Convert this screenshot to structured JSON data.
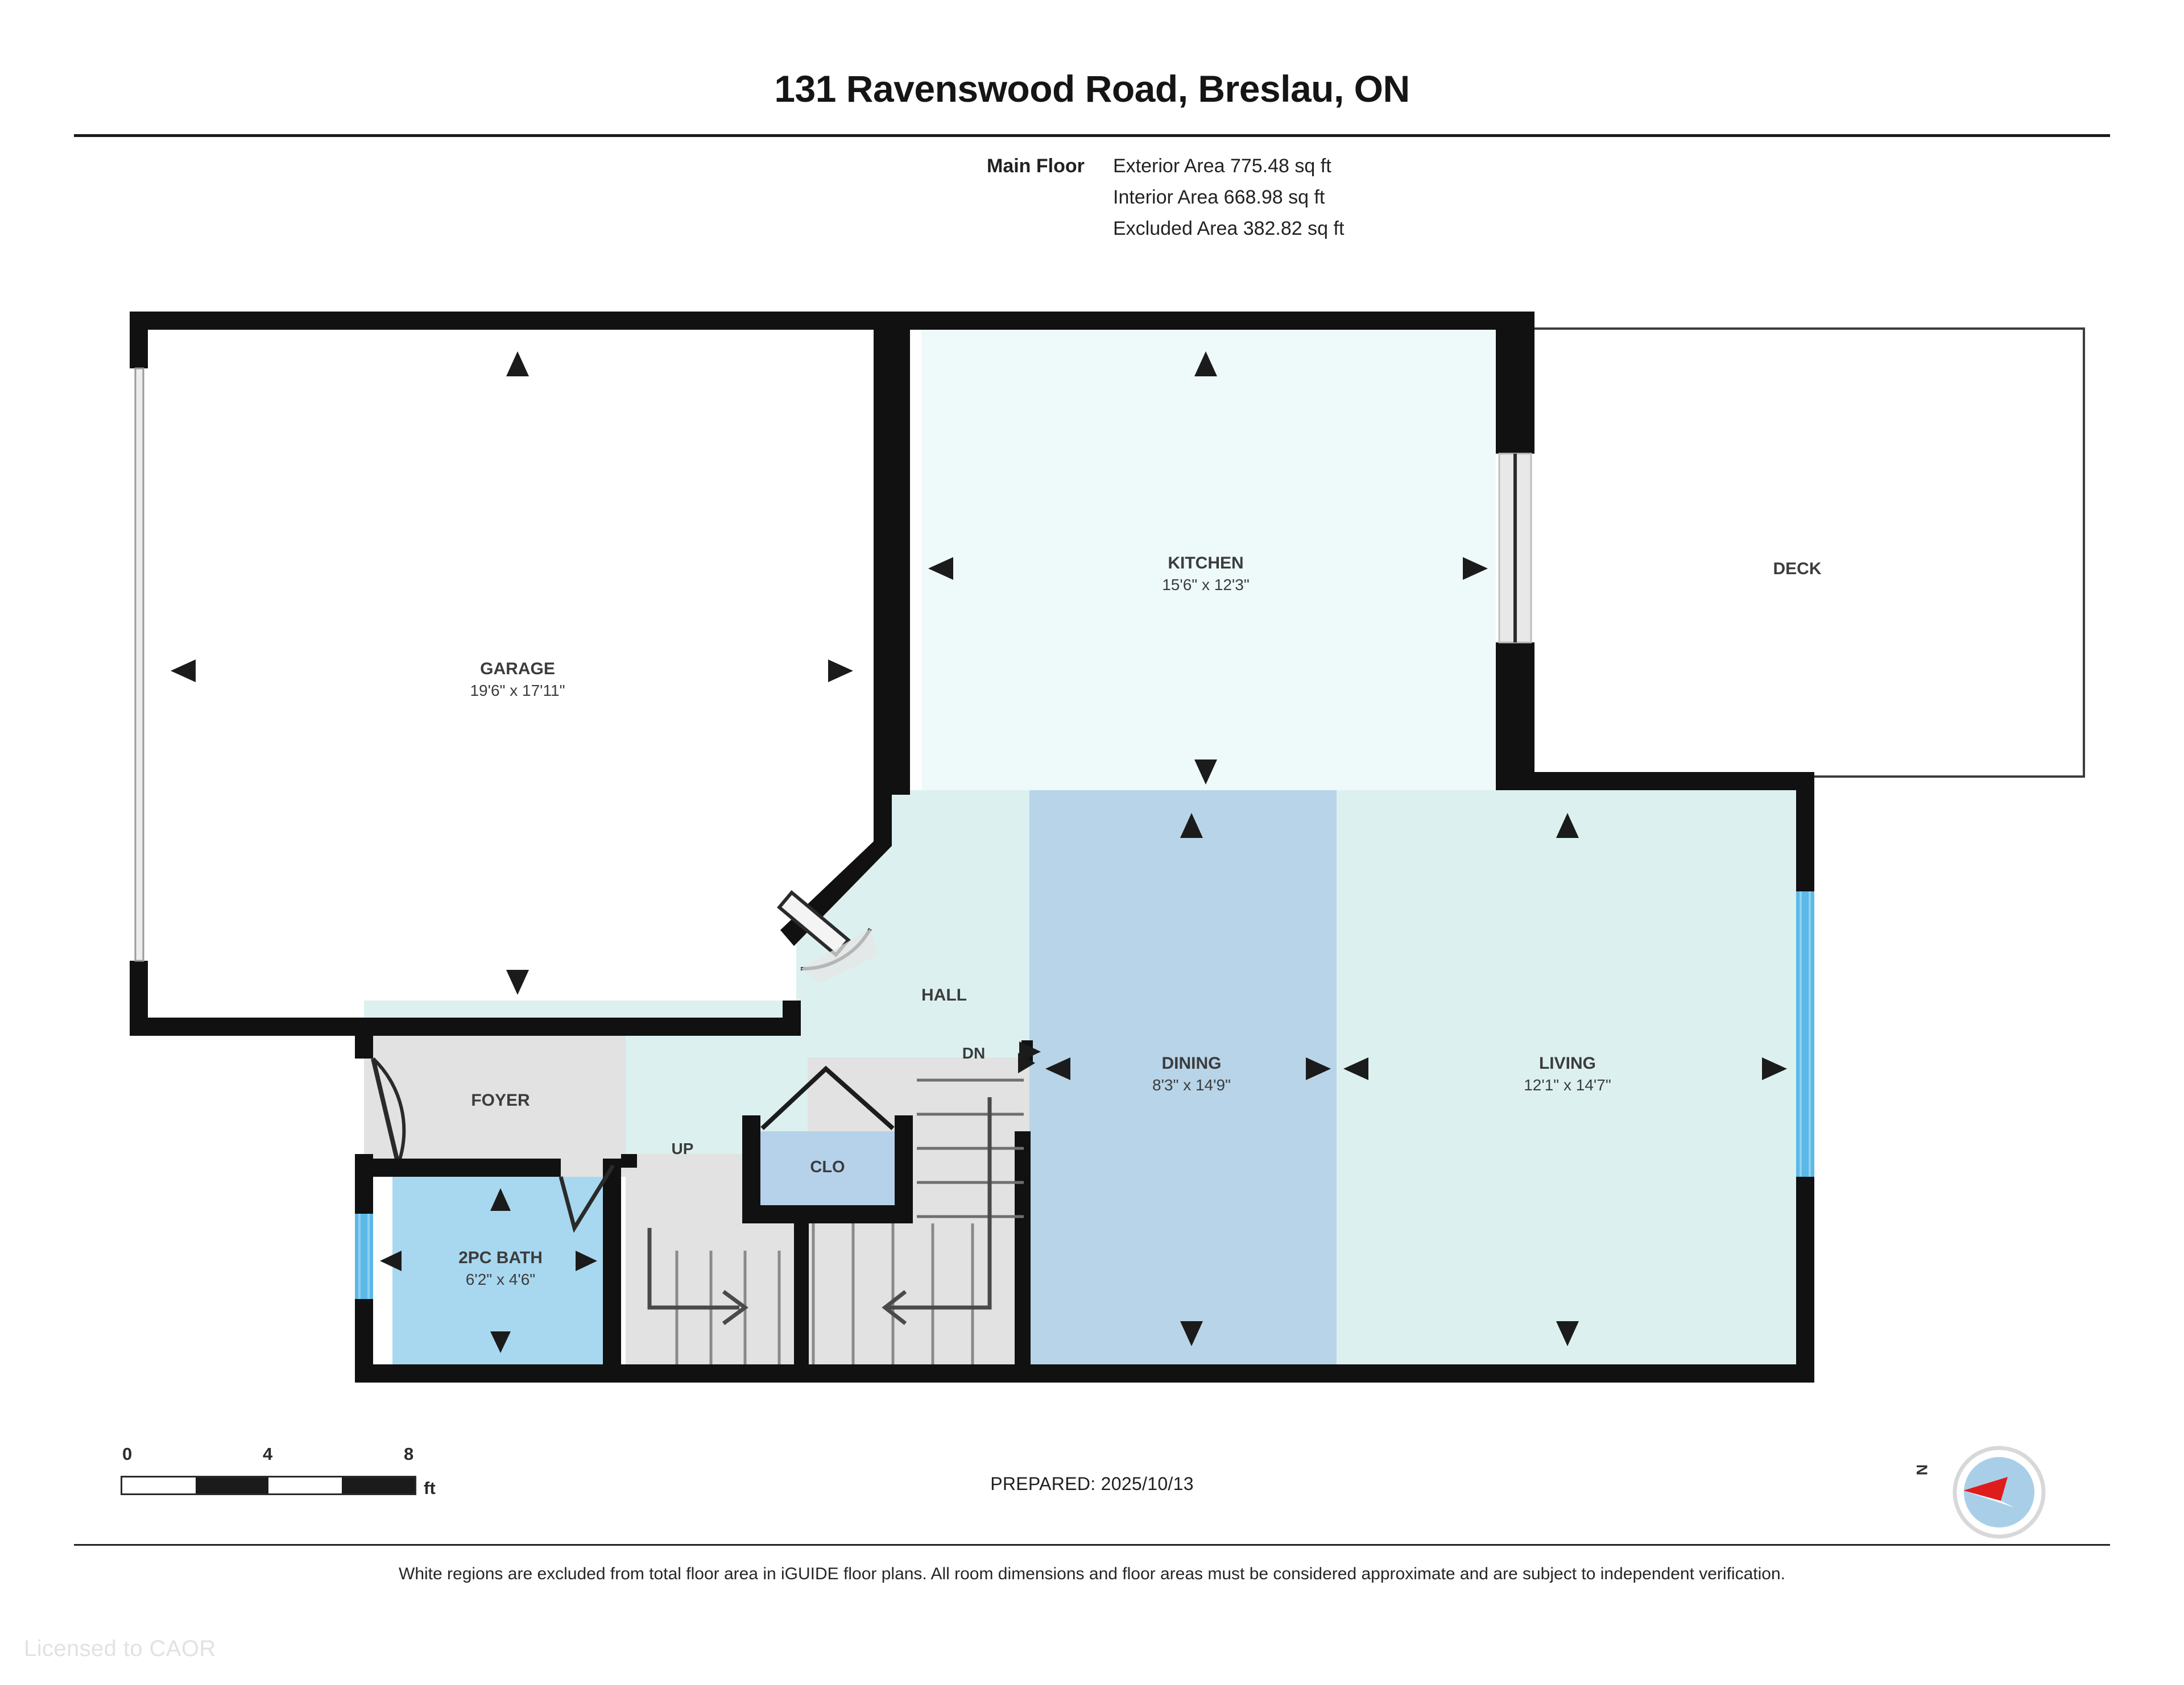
{
  "header": {
    "title": "131 Ravenswood Road, Breslau, ON",
    "floor_label": "Main Floor",
    "areas": [
      {
        "label": "Exterior Area",
        "value": "775.48 sq ft",
        "full": "Exterior Area 775.48 sq ft"
      },
      {
        "label": "Interior Area",
        "value": "668.98 sq ft",
        "full": "Interior Area 668.98 sq ft"
      },
      {
        "label": "Excluded Area",
        "value": "382.82 sq ft",
        "full": "Excluded Area 382.82 sq ft"
      }
    ]
  },
  "rooms": [
    {
      "id": "garage",
      "name": "GARAGE",
      "dimensions": "19'6\" x 17'11\"",
      "fill": "#ffffff"
    },
    {
      "id": "kitchen",
      "name": "KITCHEN",
      "dimensions": "15'6\" x 12'3\"",
      "fill": "#eefafa"
    },
    {
      "id": "deck",
      "name": "DECK",
      "dimensions": "",
      "fill": "#ffffff"
    },
    {
      "id": "hall",
      "name": "HALL",
      "dimensions": "",
      "fill": "#dcf0f0"
    },
    {
      "id": "dining",
      "name": "DINING",
      "dimensions": "8'3\" x 14'9\"",
      "fill": "#b8d4e8"
    },
    {
      "id": "living",
      "name": "LIVING",
      "dimensions": "12'1\" x 14'7\"",
      "fill": "#ddf0f0"
    },
    {
      "id": "foyer",
      "name": "FOYER",
      "dimensions": "",
      "fill": "#e2e2e2"
    },
    {
      "id": "bath",
      "name": "2PC BATH",
      "dimensions": "6'2\" x 4'6\"",
      "fill": "#a8d8f0"
    },
    {
      "id": "clo",
      "name": "CLO",
      "dimensions": "",
      "fill": "#b5d2ea"
    }
  ],
  "stairs": {
    "up_label": "UP",
    "down_label": "DN"
  },
  "scale_bar": {
    "ticks": [
      "0",
      "4",
      "8"
    ],
    "unit": "ft"
  },
  "footer": {
    "prepared": "PREPARED: 2025/10/13",
    "disclaimer": "White regions are excluded from total floor area in iGUIDE floor plans. All room dimensions and floor areas must be considered approximate and are subject to independent verification.",
    "licensed": "Licensed to CAOR"
  },
  "compass": {
    "north_label": "N"
  },
  "colors": {
    "wall": "#111111",
    "window": "#5bb8e8",
    "door": "#3a3a3a",
    "needle_red": "#e01b1b",
    "compass_face": "#a9cfe8"
  }
}
